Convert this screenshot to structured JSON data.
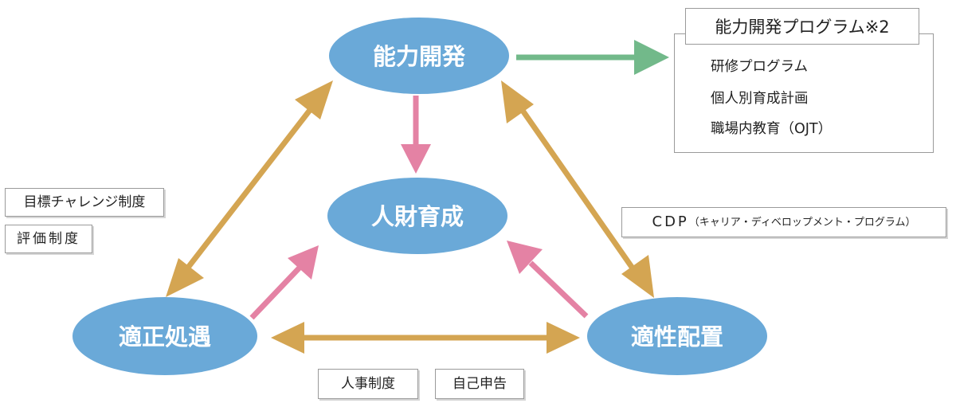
{
  "nodes": {
    "capability_dev": "能力開発",
    "hr_development": "人財育成",
    "fair_treatment": "適正処遇",
    "proper_placement": "適性配置"
  },
  "program_box": {
    "title": "能力開発プログラム※2",
    "items": [
      "研修プログラム",
      "個人別育成計画",
      "職場内教育（OJT）"
    ]
  },
  "left_boxes": [
    "目標チャレンジ制度",
    "評価制度"
  ],
  "cdp": {
    "main": "CDP",
    "sub": "（キャリア・ディベロップメント・プログラム）"
  },
  "bottom_boxes": [
    "人事制度",
    "自己申告"
  ],
  "colors": {
    "node_fill": "#6aa9d8",
    "gold_arrow": "#d4a552",
    "pink_arrow": "#e482a4",
    "green_arrow": "#72b98a",
    "box_border": "#9a9a9a"
  }
}
